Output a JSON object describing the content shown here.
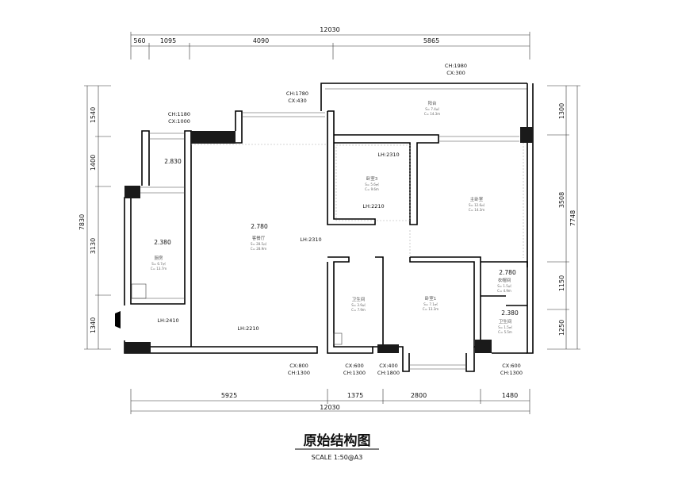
{
  "dimensions": {
    "top_total": "12030",
    "top": [
      "560",
      "1095",
      "4090",
      "5865"
    ],
    "bottom_total": "12030",
    "bottom": [
      "5925",
      "1375",
      "2800",
      "1480"
    ],
    "left_total": "7830",
    "left": [
      "1540",
      "1400",
      "3130",
      "1340"
    ],
    "right_total": "7748",
    "right": [
      "1300",
      "3508",
      "1150",
      "1250"
    ]
  },
  "openings": [
    {
      "l1": "CH:1180",
      "l2": "CX:1000"
    },
    {
      "l1": "CH:1780",
      "l2": "CX:430"
    },
    {
      "l1": "CH:1980",
      "l2": "CX:300"
    },
    {
      "l1": "CX:800",
      "l2": "CH:1300"
    },
    {
      "l1": "CX:600",
      "l2": "CH:1300"
    },
    {
      "l1": "CX:400",
      "l2": "CH:1800"
    },
    {
      "l1": "CX:600",
      "l2": "CH:1300"
    }
  ],
  "beam_heights": [
    "LH:2310",
    "LH:2210",
    "LH:2310",
    "LH:2410",
    "LH:2210"
  ],
  "levels": [
    "2.830",
    "2.380",
    "2.780",
    "2.780",
    "2.380"
  ],
  "rooms": [
    {
      "name": "厨房",
      "s": "S= 6.7㎡",
      "c": "C= 13.7m"
    },
    {
      "name": "客餐厅",
      "s": "S= 28.5㎡",
      "c": "C= 28.9m"
    },
    {
      "name": "阳台",
      "s": "S= 7.4㎡",
      "c": "C= 14.3m"
    },
    {
      "name": "卧室3",
      "s": "S= 5.6㎡",
      "c": "C= 9.6m"
    },
    {
      "name": "主卧室",
      "s": "S= 12.6㎡",
      "c": "C= 14.3m"
    },
    {
      "name": "卫生间",
      "s": "S= 3.9㎡",
      "c": "C= 7.9m"
    },
    {
      "name": "卧室1",
      "s": "S= 7.1㎡",
      "c": "C= 13.3m"
    },
    {
      "name": "衣帽间",
      "s": "S= 1.5㎡",
      "c": "C= 4.9m"
    },
    {
      "name": "卫生间",
      "s": "S= 1.5㎡",
      "c": "C= 5.5m"
    }
  ],
  "title": "原始结构图",
  "scale": "SCALE  1:50@A3"
}
